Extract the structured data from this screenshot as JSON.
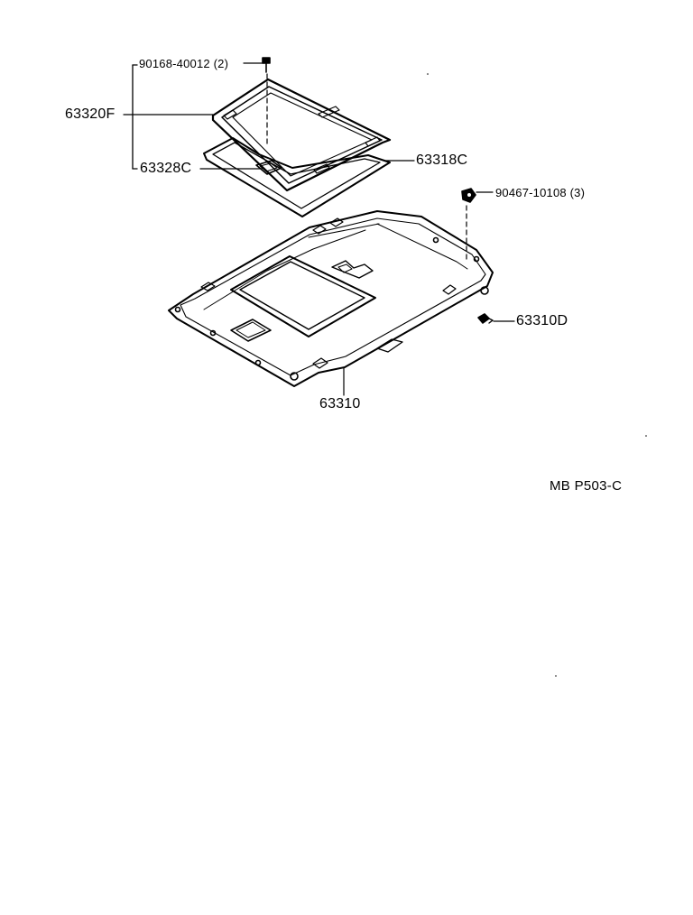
{
  "callouts": {
    "screw": "90168-40012 (2)",
    "sunshade": "63320F",
    "sunshade_cover": "63328C",
    "sunshade_trim": "63318C",
    "clip": "90467-10108 (3)",
    "headliner_plug": "63310D",
    "headliner": "63310"
  },
  "reference_code": "MB P503-C"
}
